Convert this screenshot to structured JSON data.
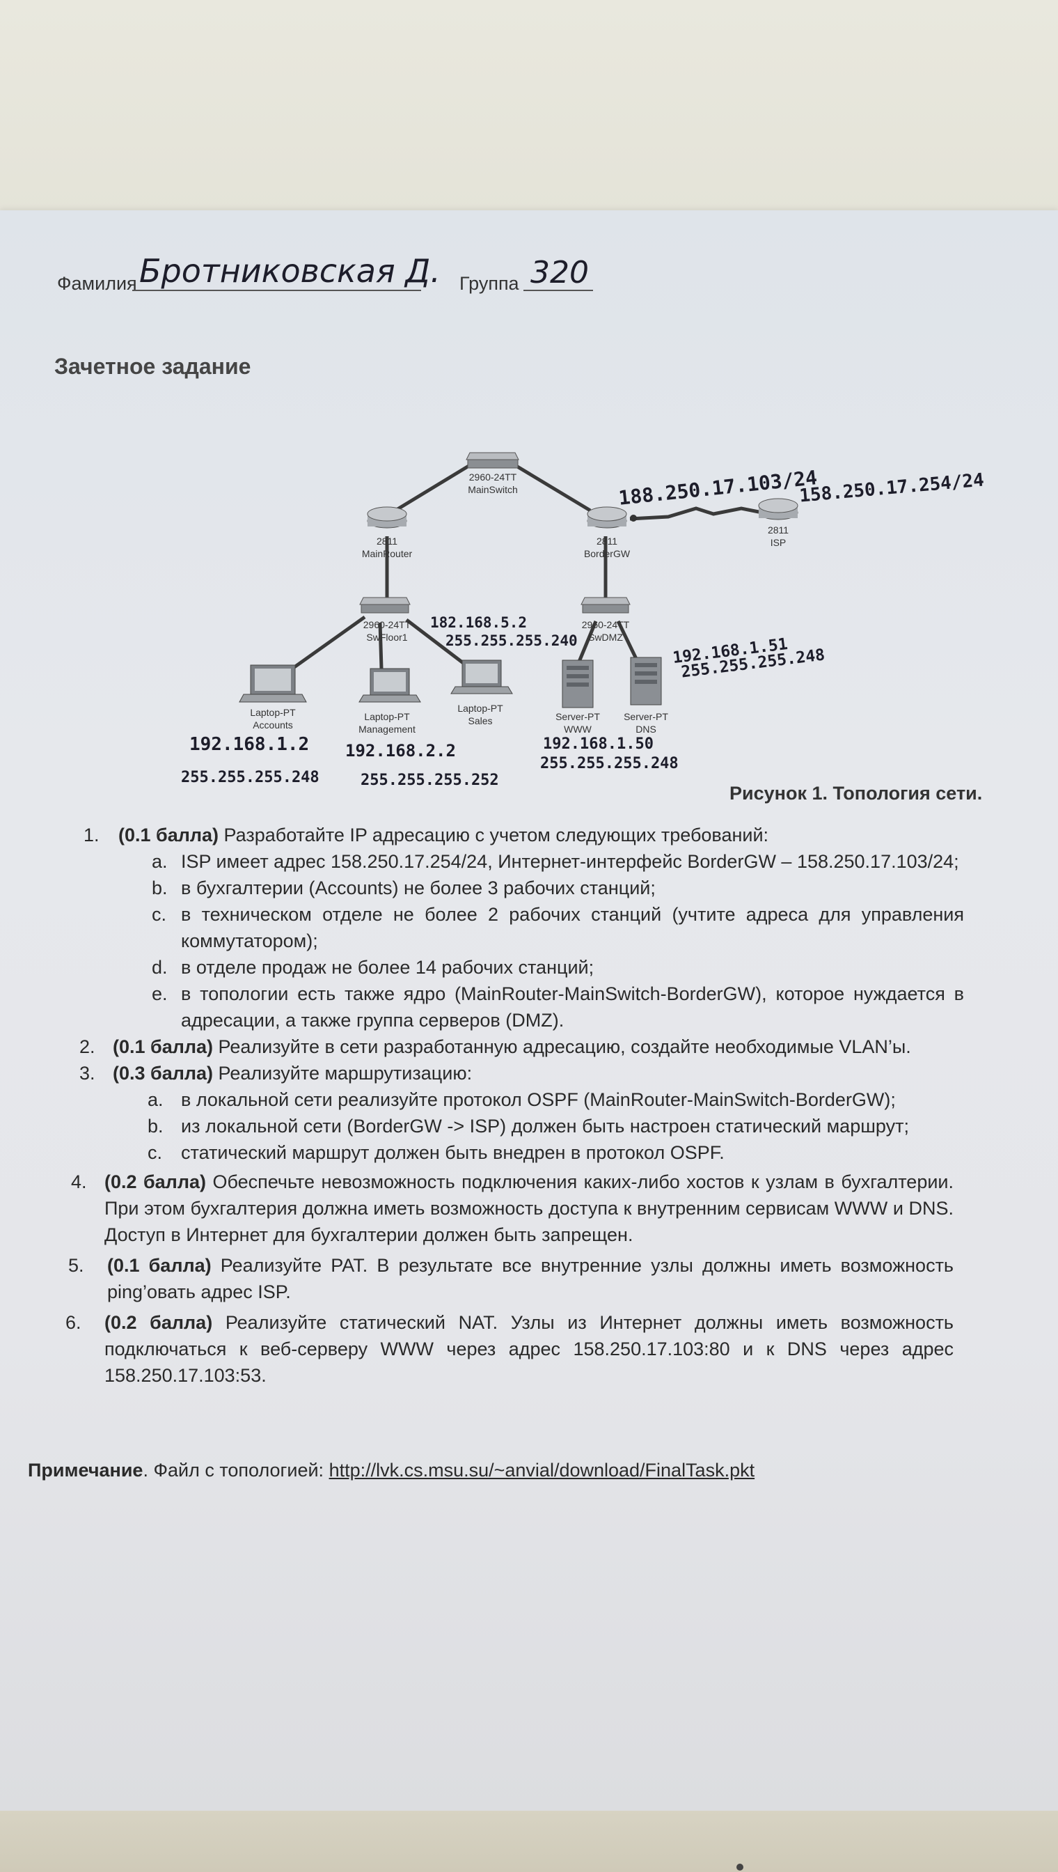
{
  "header": {
    "surname_label": "Фамилия",
    "surname_value": "Бротниковская Д.",
    "group_label": "Группа",
    "group_value": "320"
  },
  "title": "Зачетное задание",
  "topology": {
    "devices": {
      "main_switch": {
        "model": "2960-24TT",
        "name": "MainSwitch"
      },
      "main_router": {
        "model": "2811",
        "name": "MainRouter"
      },
      "border_gw": {
        "model": "2811",
        "name": "BorderGW"
      },
      "isp": {
        "model": "2811",
        "name": "ISP"
      },
      "sw_floor1": {
        "model": "2960-24TT",
        "name": "SwFloor1"
      },
      "sw_dmz": {
        "model": "2960-24TT",
        "name": "SwDMZ"
      },
      "laptop_accounts": {
        "model": "Laptop-PT",
        "name": "Accounts"
      },
      "laptop_management": {
        "model": "Laptop-PT",
        "name": "Management"
      },
      "laptop_sales": {
        "model": "Laptop-PT",
        "name": "Sales"
      },
      "server_www": {
        "model": "Server-PT",
        "name": "WWW"
      },
      "server_dns": {
        "model": "Server-PT",
        "name": "DNS"
      }
    },
    "handwritten": {
      "border_ip": "188.250.17.103/24",
      "isp_ip": "158.250.17.254/24",
      "sales_ip": "182.168.5.2",
      "sales_mask": "255.255.255.240",
      "dmz_ip": "192.168.1.51",
      "dmz_mask": "255.255.255.248",
      "accounts_ip": "192.168.1.2",
      "accounts_mask": "255.255.255.248",
      "management_ip": "192.168.2.2",
      "management_mask": "255.255.255.252",
      "www_ip": "192.168.1.50",
      "www_mask": "255.255.255.248"
    },
    "caption": "Рисунок 1. Топология сети."
  },
  "tasks": [
    {
      "num": "1.",
      "points": "(0.1 балла)",
      "text": " Разработайте IP адресацию с учетом следующих требований:",
      "sub": [
        {
          "letter": "a.",
          "text": "ISP имеет адрес 158.250.17.254/24, Интернет-интерфейс BorderGW – 158.250.17.103/24;"
        },
        {
          "letter": "b.",
          "text": "в бухгалтерии (Accounts) не более 3 рабочих станций;"
        },
        {
          "letter": "c.",
          "text": "в техническом отделе не более 2 рабочих станций (учтите адреса для управления коммутатором);"
        },
        {
          "letter": "d.",
          "text": "в отделе продаж не более 14 рабочих станций;"
        },
        {
          "letter": "e.",
          "text": "в топологии есть также ядро (MainRouter-MainSwitch-BorderGW), которое нуждается в адресации, а также группа серверов (DMZ)."
        }
      ]
    },
    {
      "num": "2.",
      "points": "(0.1 балла)",
      "text": " Реализуйте в сети разработанную адресацию, создайте необходимые VLAN’ы."
    },
    {
      "num": "3.",
      "points": "(0.3 балла)",
      "text": " Реализуйте маршрутизацию:",
      "sub": [
        {
          "letter": "a.",
          "text": "в локальной сети реализуйте протокол OSPF (MainRouter-MainSwitch-BorderGW);"
        },
        {
          "letter": "b.",
          "text": "из локальной сети (BorderGW -> ISP) должен быть настроен статический маршрут;"
        },
        {
          "letter": "c.",
          "text": "статический маршрут должен быть внедрен в протокол OSPF."
        }
      ]
    },
    {
      "num": "4.",
      "points": "(0.2 балла)",
      "text": " Обеспечьте невозможность подключения каких-либо хостов к узлам в бухгалтерии. При этом бухгалтерия должна иметь возможность доступа к внутренним сервисам WWW и DNS. Доступ в Интернет для бухгалтерии должен быть запрещен."
    },
    {
      "num": "5.",
      "points": "(0.1 балла)",
      "text": " Реализуйте PAT. В результате все внутренние узлы должны иметь возможность ping’овать адрес ISP."
    },
    {
      "num": "6.",
      "points": "(0.2 балла)",
      "text": " Реализуйте статический NAT. Узлы из Интернет должны иметь возможность подключаться к веб-серверу WWW через адрес 158.250.17.103:80 и к DNS через адрес 158.250.17.103:53."
    }
  ],
  "note": {
    "label": "Примечание",
    "text": ". Файл с топологией: ",
    "link": "http://lvk.cs.msu.su/~anvial/download/FinalTask.pkt"
  }
}
